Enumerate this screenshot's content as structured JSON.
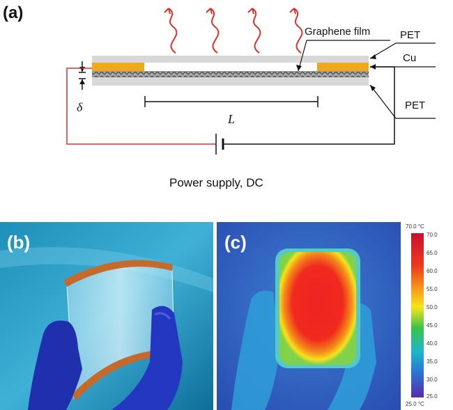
{
  "panel_a": {
    "label": "(a)",
    "graphene_label": "Graphene film",
    "pet_top_label": "PET",
    "cu_label": "Cu",
    "pet_bottom_label": "PET",
    "delta_label": "δ",
    "length_label": "L",
    "power_label": "Power supply, DC"
  },
  "panel_b": {
    "label": "(b)"
  },
  "panel_c": {
    "label": "(c)",
    "scale_max_label": "70.0 °C",
    "scale_min_label": "25.0 °C",
    "scale_ticks": [
      "70.0",
      "65.0",
      "60.0",
      "55.0",
      "50.0",
      "45.0",
      "40.0",
      "35.0",
      "30.0",
      "25.0"
    ]
  },
  "colors": {
    "heat_arrow": "#d9322a",
    "copper": "#f0a81c",
    "pet": "#d8d8d8",
    "wire_positive": "#d9322a",
    "wire_negative": "#111111"
  }
}
